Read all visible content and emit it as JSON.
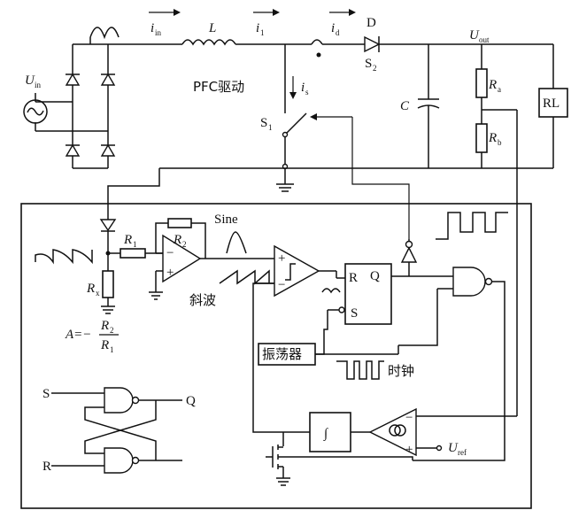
{
  "labels": {
    "i_in": "i",
    "i_in_sub": "in",
    "L": "L",
    "i1": "i",
    "i1_sub": "1",
    "id": "i",
    "id_sub": "d",
    "D": "D",
    "S2": "S",
    "S2_sub": "2",
    "Uout": "U",
    "Uout_sub": "out",
    "Uin": "U",
    "Uin_sub": "in",
    "pfc": "PFC驱动",
    "is": "i",
    "is_sub": "s",
    "S1": "S",
    "S1_sub": "1",
    "C": "C",
    "Ra": "R",
    "Ra_sub": "a",
    "Rb": "R",
    "Rb_sub": "b",
    "RL": "RL",
    "R1": "R",
    "R1_sub": "1",
    "R2": "R",
    "R2_sub": "2",
    "Rx": "R",
    "Rx_sub": "x",
    "sine": "Sine",
    "ramp": "斜波",
    "ff_R": "R",
    "ff_Q": "Q",
    "ff_S": "S",
    "osc": "振荡器",
    "clock": "时钟",
    "gain_A": "A=−",
    "gain_num": "R",
    "gain_num_sub": "2",
    "gain_den": "R",
    "gain_den_sub": "1",
    "latch_S": "S",
    "latch_Q": "Q",
    "latch_R": "R",
    "integ": "∫",
    "Uref": "U",
    "Uref_sub": "ref"
  }
}
